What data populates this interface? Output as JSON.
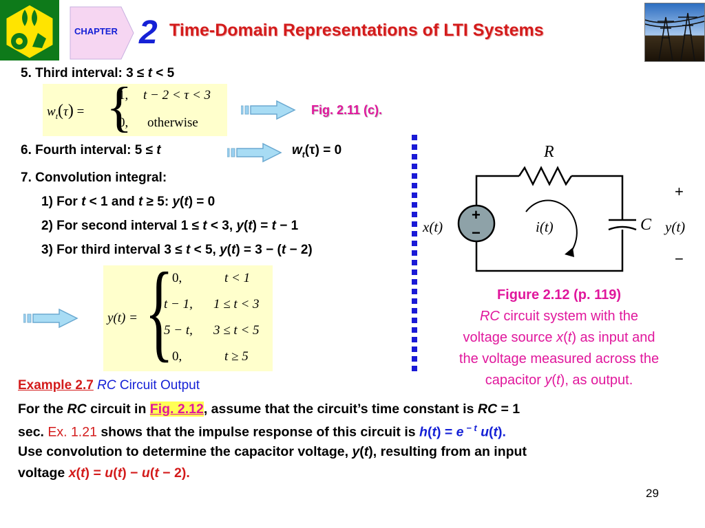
{
  "header": {
    "chapter_label": "CHAPTER",
    "chapter_number": "2",
    "title": "Time-Domain Representations of LTI Systems"
  },
  "body": {
    "interval5": {
      "prefix": "5. Third interval: 3 ≤ ",
      "var": "t",
      "suffix": " < 5"
    },
    "w_eq_lhs": {
      "w": "w",
      "sub": "t",
      "tau": "τ"
    },
    "w_eq_rows": [
      {
        "val": "1,",
        "cond": "t − 2 < τ < 3"
      },
      {
        "val": "0,",
        "cond": "otherwise"
      }
    ],
    "fig_ref_c": "Fig. 2.11 (c).",
    "interval6": {
      "prefix": "6. Fourth interval: 5 ≤ ",
      "var": "t"
    },
    "w_zero": {
      "w": "w",
      "sub": "t",
      "rest": "(τ) = 0"
    },
    "conv_heading": "7. Convolution integral:",
    "cases": [
      {
        "a": "1) For ",
        "b": "t",
        "c": " < 1 and ",
        "d": "t",
        "e": " ≥ 5: ",
        "f": "y",
        "g": "(",
        "h": "t",
        "i": ") = 0"
      },
      {
        "a": "2) For second interval 1 ≤ ",
        "b": "t",
        "c": " < 3, ",
        "d": "y",
        "e": "(",
        "f": "t",
        "g": ") = ",
        "h": "t",
        "i": " − 1"
      },
      {
        "a": "3) For third interval 3 ≤ ",
        "b": "t",
        "c": " < 5, ",
        "d": "y",
        "e": "(",
        "f": "t",
        "g": ") = 3 − (",
        "h": "t",
        "i": " − 2)"
      }
    ],
    "y_eq_lhs": "y(t) =",
    "y_eq_rows": [
      {
        "val": "0,",
        "cond": "t < 1"
      },
      {
        "val": "t − 1,",
        "cond": "1 ≤ t < 3"
      },
      {
        "val": "5 − t,",
        "cond": "3 ≤ t < 5"
      },
      {
        "val": "0,",
        "cond": "t ≥ 5"
      }
    ]
  },
  "circuit": {
    "resistor": "R",
    "capacitor": "C",
    "source": "x(t)",
    "current": "i(t)",
    "output": "y(t)",
    "plus_src": "+",
    "minus_src": "−",
    "plus_out": "+",
    "minus_out": "−"
  },
  "caption": {
    "fig": "Figure 2.12  (p. 119)",
    "l1_rc": "RC",
    "l1_rest": " circuit system with the",
    "l2_a": "voltage source ",
    "l2_x": "x",
    "l2_b": "(",
    "l2_t": "t",
    "l2_c": ") as input and",
    "l3": "the voltage measured across the",
    "l4_a": "capacitor ",
    "l4_y": "y",
    "l4_b": "(",
    "l4_t": "t",
    "l4_c": "), as output."
  },
  "example": {
    "label": "Example 2.7",
    "rc": "RC",
    "title_rest": " Circuit Output",
    "p1_a": "For the ",
    "p1_rc": "RC",
    "p1_b": " circuit in ",
    "p1_fig": "Fig. 2.12",
    "p1_c": ", assume that the circuit’s time constant is ",
    "p1_rc2": "RC",
    "p1_d": " = 1",
    "p2_a": "sec. ",
    "p2_ex": "Ex. 1.21",
    "p2_b": " shows that the impulse response of this circuit is ",
    "p2_h": "h",
    "p2_c": "(",
    "p2_t": "t",
    "p2_d": ") = ",
    "p2_e": "e",
    "p2_sup": " − t",
    "p2_u": " u",
    "p2_f": "(",
    "p2_t2": "t",
    "p2_g": ").",
    "p3_a": "Use convolution to determine the capacitor voltage, ",
    "p3_y": "y",
    "p3_b": "(",
    "p3_t": "t",
    "p3_c": "), resulting from an input",
    "p4_a": "voltage ",
    "p4_x": "x",
    "p4_b": "(",
    "p4_t": "t",
    "p4_c": ") = ",
    "p4_u": "u",
    "p4_d": "(",
    "p4_t2": "t",
    "p4_e": ") − ",
    "p4_u2": "u",
    "p4_f": "(",
    "p4_t3": "t",
    "p4_g": " − 2)."
  },
  "page_number": "29",
  "colors": {
    "title_red": "#d31b1b",
    "pink": "#e0179c",
    "blue": "#1521d6",
    "math_bg": "#ffffcc",
    "divider": "#1a1ad6"
  }
}
